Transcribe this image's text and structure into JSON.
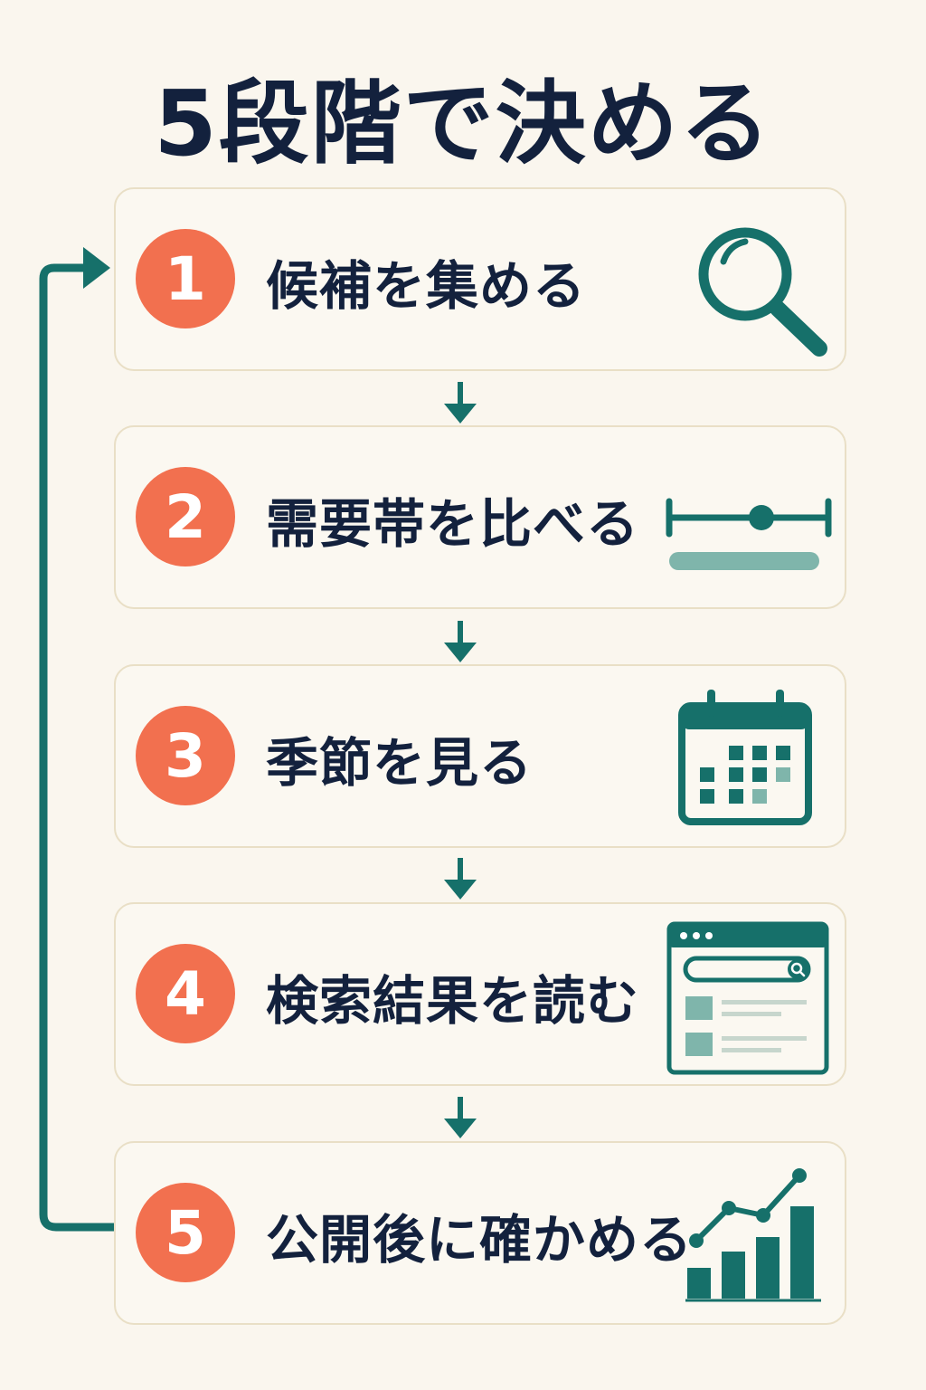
{
  "title": "5段階で決める",
  "steps": [
    {
      "number": "1",
      "label": "候補を集める",
      "icon": "magnifier-icon"
    },
    {
      "number": "2",
      "label": "需要帯を比べる",
      "icon": "range-slider-icon"
    },
    {
      "number": "3",
      "label": "季節を見る",
      "icon": "calendar-icon"
    },
    {
      "number": "4",
      "label": "検索結果を読む",
      "icon": "search-results-icon"
    },
    {
      "number": "5",
      "label": "公開後に確かめる",
      "icon": "growth-chart-icon"
    }
  ],
  "colors": {
    "accent": "#f2704f",
    "teal": "#16706a",
    "text": "#13213d",
    "background": "#faf6ee",
    "card_border": "#e9dfc6"
  }
}
